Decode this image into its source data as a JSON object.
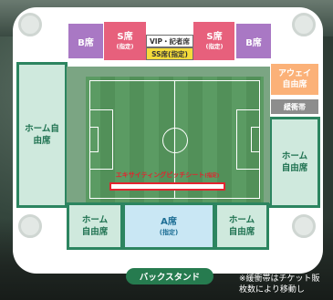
{
  "seats": {
    "b_left": "B席",
    "s_left": "S席",
    "s_left_sub": "(指定)",
    "vip": "VIP・記者席",
    "ss": "SS席(指定)",
    "s_right": "S席",
    "s_right_sub": "(指定)",
    "b_right": "B席",
    "home_left": "ホーム自由席",
    "away": "アウェイ自由席",
    "buffer": "緩衝帯",
    "home_right": "ホーム自由席",
    "home_bottom_left": "ホーム自由席",
    "a_seat": "A席",
    "a_seat_sub": "(指定)",
    "home_bottom_right": "ホーム自由席"
  },
  "excite_seat": {
    "label": "エキサイティングピッチシート",
    "sub": "(指定)"
  },
  "back_stand": "バックスタンド",
  "note_line1": "※緩衝帯はチケット販",
  "note_line2": "枚数により移動し",
  "colors": {
    "home": "#2c8560",
    "b": "#a978c4",
    "s": "#e7607c",
    "ss": "#f5dc3a",
    "away": "#fbb178",
    "buffer": "#8d8d8d",
    "a": "#c9e7f4",
    "excite": "#e3232e"
  }
}
